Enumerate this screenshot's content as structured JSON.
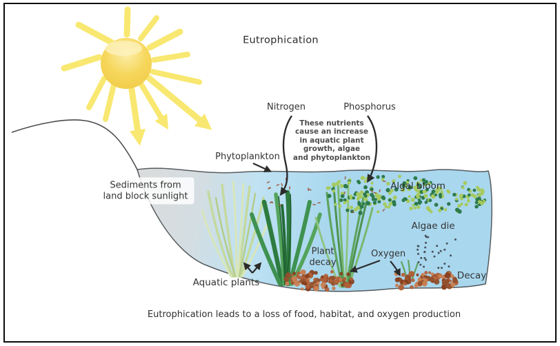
{
  "title": "Eutrophication",
  "caption": "Eutrophication leads to a loss of food, habitat, and oxygen production",
  "labels": {
    "nitrogen": "Nitrogen",
    "phosphorus": "Phosphorus",
    "nutrients_note": "These nutrients\ncause an increase\nin aquatic plant\ngrowth, algae\nand phytoplankton",
    "phytoplankton": "Phytoplankton",
    "sediments": "Sediments from\nland block sunlight",
    "algal_bloom": "Algal bloom",
    "algae_die": "Algae die",
    "plant_decay": "Plant\ndecay",
    "oxygen": "Oxygen",
    "decay": "Decay",
    "aquatic_plants": "Aquatic plants"
  },
  "colors": {
    "water_blue": "#a9d7ee",
    "sediment_gray": "#dadcdc",
    "sun_core": "#f6d75c",
    "sun_ray": "#f8e55e",
    "algae_light_green": "#a6ca5f",
    "algae_dark_green": "#2d7a4c",
    "phytoplankton_brown": "#9b5a3c",
    "decay_brown": "#b06038",
    "algae_die_dot": "#49525c",
    "arrow_black": "#2b2b2b",
    "outline_gray": "#555a5e"
  }
}
